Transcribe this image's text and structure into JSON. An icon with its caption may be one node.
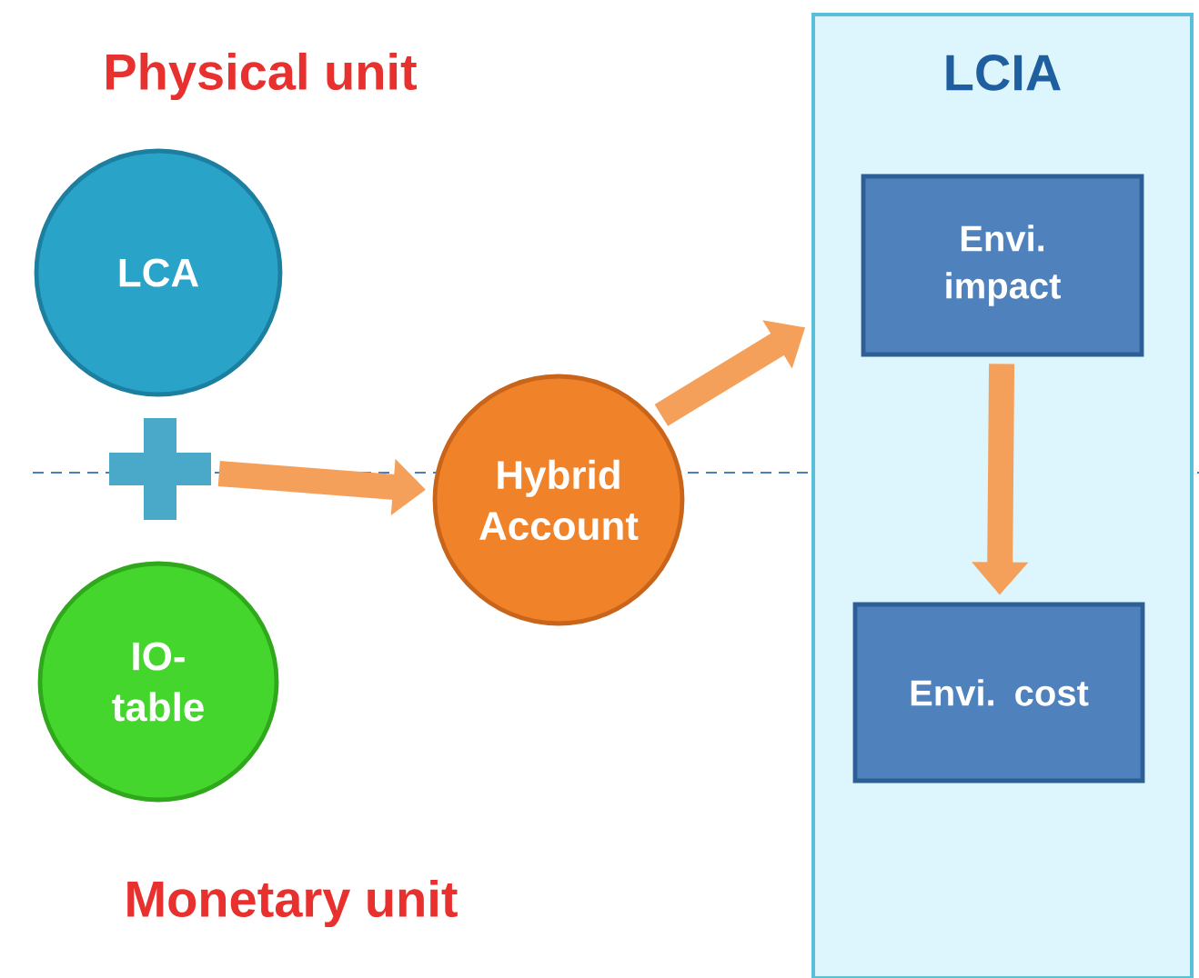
{
  "diagram": {
    "nodes": [
      {
        "text": [
          "LCA"
        ]
      },
      {
        "text": [],
        "shape": "cross"
      },
      {
        "text": [
          "IO-table"
        ]
      },
      {
        "text": [
          "Hybrid Account"
        ]
      },
      {
        "text": [
          "LCIA"
        ]
      },
      {
        "text": [
          "Envi. impact"
        ],
        "in": 4
      },
      {
        "text": [
          "Envi. cost"
        ],
        "in": 4
      }
    ],
    "edges": [
      {
        "from": 1,
        "to": 3,
        "arrow": "to"
      },
      {
        "from": 3,
        "to": 4,
        "arrow": "to"
      },
      {
        "from": 5,
        "to": 6,
        "arrow": "to"
      }
    ],
    "labels": [
      "Physical unit",
      "Monetary unit"
    ]
  }
}
